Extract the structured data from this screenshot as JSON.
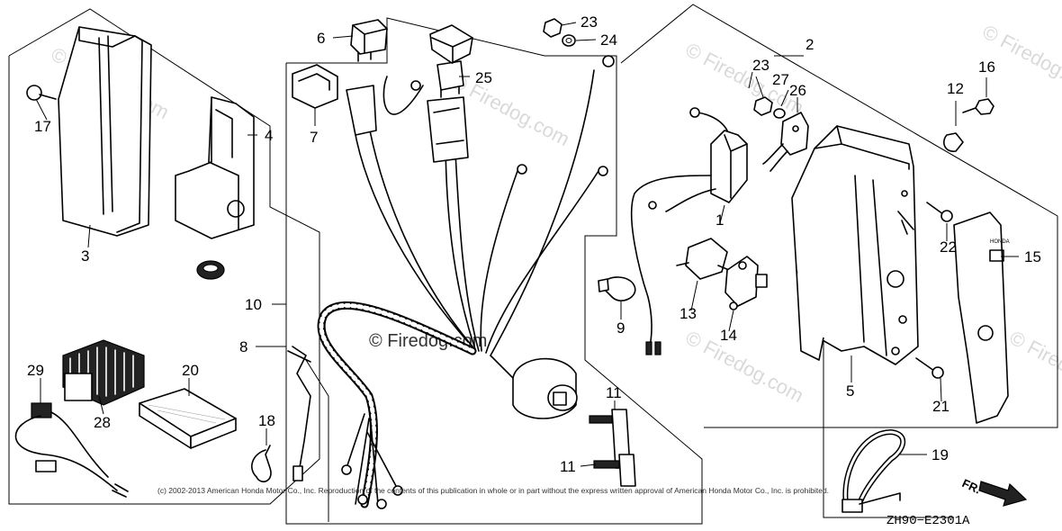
{
  "watermark": "© Firedog.com",
  "copyright": "(c) 2002-2013 American Honda Motor Co., Inc. Reproduction of the contents of this publication in whole or in part without the express written approval of American Honda Motor Co., Inc. is prohibited.",
  "diagram_code": "ZH90−E2301A",
  "direction_label": "FR.",
  "plate_label": "HONDA",
  "callouts": {
    "c1": "1",
    "c2": "2",
    "c3": "3",
    "c4": "4",
    "c5": "5",
    "c6": "6",
    "c7": "7",
    "c8": "8",
    "c9": "9",
    "c10": "10",
    "c11a": "11",
    "c11b": "11",
    "c12": "12",
    "c13": "13",
    "c14": "14",
    "c15": "15",
    "c16": "16",
    "c17": "17",
    "c18": "18",
    "c19": "19",
    "c20": "20",
    "c21": "21",
    "c22": "22",
    "c23a": "23",
    "c23b": "23",
    "c24": "24",
    "c25": "25",
    "c26": "26",
    "c27": "27",
    "c28": "28",
    "c29": "29"
  }
}
